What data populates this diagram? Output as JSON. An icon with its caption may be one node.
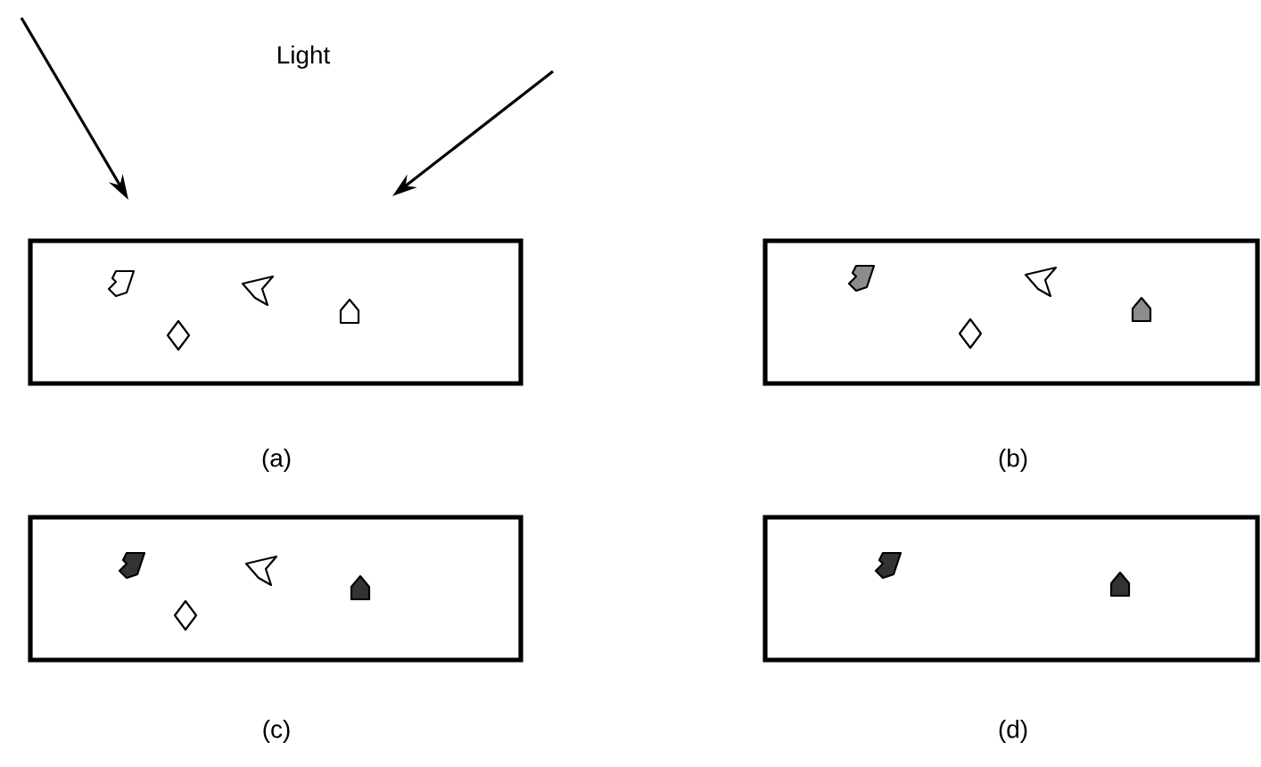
{
  "diagram": {
    "nodes": [
      {
        "text": [],
        "shape": "box",
        "beside": [
          "(a)"
        ]
      },
      {
        "text": [],
        "shape": "box",
        "beside": [
          "(b)"
        ]
      },
      {
        "text": [],
        "shape": "box",
        "beside": [
          "(c)"
        ]
      },
      {
        "text": [],
        "shape": "box",
        "beside": [
          "(d)"
        ]
      }
    ],
    "edges": [],
    "labels": [
      "Light"
    ]
  }
}
